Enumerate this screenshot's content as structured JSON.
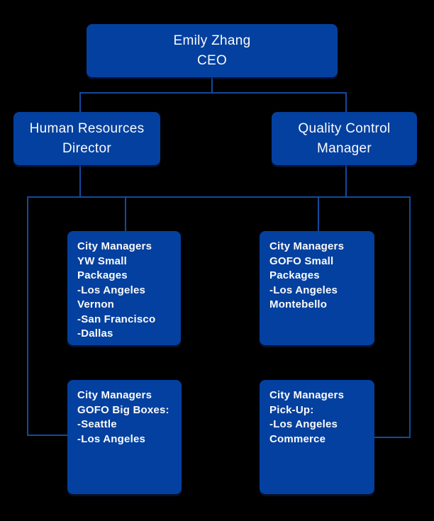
{
  "colors": {
    "background": "#000000",
    "node_fill": "#04409f",
    "connector": "#14499e",
    "text": "#fbfbfb"
  },
  "chart_data": {
    "type": "org-chart",
    "nodes": {
      "ceo": {
        "lines": [
          "Emily Zhang",
          "CEO"
        ]
      },
      "hr_director": {
        "lines": [
          "Human Resources",
          "Director"
        ]
      },
      "qc_manager": {
        "lines": [
          "Quality Control",
          "Manager"
        ]
      },
      "yw_small_packages": {
        "lines": [
          "City Managers",
          "YW Small",
          "Packages",
          "-Los Angeles",
          "Vernon",
          "-San Francisco",
          "-Dallas"
        ]
      },
      "gofo_small_packages": {
        "lines": [
          "City Managers",
          "GOFO Small",
          "Packages",
          "-Los Angeles",
          "Montebello"
        ]
      },
      "gofo_big_boxes": {
        "lines": [
          "City Managers",
          "GOFO Big Boxes:",
          "-Seattle",
          "-Los Angeles"
        ]
      },
      "pickup": {
        "lines": [
          "City Managers",
          "Pick-Up:",
          "-Los Angeles",
          "Commerce"
        ]
      }
    },
    "edges": [
      {
        "from": "ceo",
        "to": "hr_director"
      },
      {
        "from": "ceo",
        "to": "qc_manager"
      },
      {
        "from": "hr_director",
        "to": "yw_small_packages"
      },
      {
        "from": "hr_director",
        "to": "gofo_big_boxes"
      },
      {
        "from": "qc_manager",
        "to": "gofo_small_packages"
      },
      {
        "from": "qc_manager",
        "to": "pickup"
      }
    ]
  }
}
